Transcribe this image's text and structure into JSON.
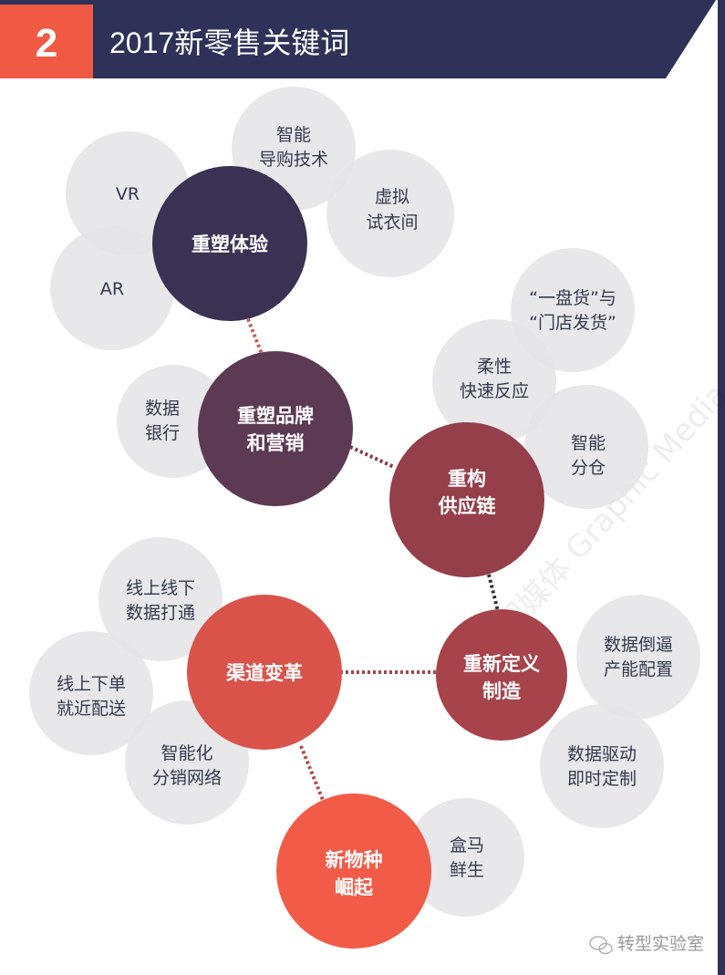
{
  "header": {
    "number": "2",
    "title": "2017新零售关键词"
  },
  "colors": {
    "navy": "#2e3158",
    "header_red": "#f05a44",
    "satellite": "#e6e6ea",
    "hub_1": "#3b3152",
    "hub_2": "#5c3a54",
    "hub_3": "#953f4b",
    "hub_4": "#a6434b",
    "hub_5": "#d9534b",
    "hub_6": "#f25b47"
  },
  "hubs": [
    {
      "lines": [
        "重塑体验"
      ]
    },
    {
      "lines": [
        "重塑品牌",
        "和营销"
      ]
    },
    {
      "lines": [
        "重构",
        "供应链"
      ]
    },
    {
      "lines": [
        "重新定义",
        "制造"
      ]
    },
    {
      "lines": [
        "渠道变革"
      ]
    },
    {
      "lines": [
        "新物种",
        "崛起"
      ]
    }
  ],
  "satellites": [
    {
      "lines": [
        "VR"
      ]
    },
    {
      "lines": [
        "智能",
        "导购技术"
      ]
    },
    {
      "lines": [
        "虚拟",
        "试衣间"
      ]
    },
    {
      "lines": [
        "AR"
      ]
    },
    {
      "lines": [
        "“一盘货”与",
        "“门店发货”"
      ]
    },
    {
      "lines": [
        "柔性",
        "快速反应"
      ]
    },
    {
      "lines": [
        "智能",
        "分仓"
      ]
    },
    {
      "lines": [
        "数据",
        "银行"
      ]
    },
    {
      "lines": [
        "线上线下",
        "数据打通"
      ]
    },
    {
      "lines": [
        "线上下单",
        "就近配送"
      ]
    },
    {
      "lines": [
        "智能化",
        "分销网络"
      ]
    },
    {
      "lines": [
        "数据倒逼",
        "产能配置"
      ]
    },
    {
      "lines": [
        "数据驱动",
        "即时定制"
      ]
    },
    {
      "lines": [
        "盒马",
        "鲜生"
      ]
    }
  ],
  "watermark": "图媒体 Graphic Media",
  "footer": {
    "account": "转型实验室"
  }
}
